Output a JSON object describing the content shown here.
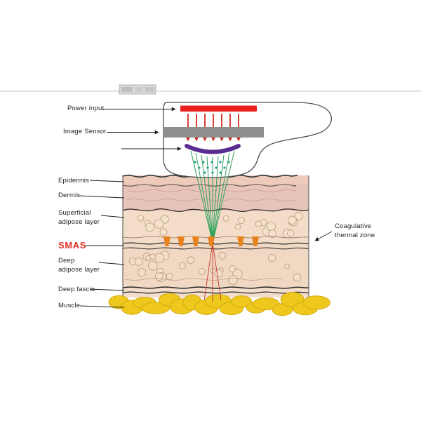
{
  "labels": {
    "power_input": "Power input",
    "image_sensor": "Image Sensor",
    "epidermis": "Epidermis",
    "dermis": "Dermis",
    "superficial_adipose": "Superficial\nadipose layer",
    "smas": "SMAS",
    "deep_adipose": "Deep\nadipose layer",
    "deep_fascia": "Deep fascia",
    "muscle": "Muscle",
    "coagulative_zone": "Coagulative\nthermal zone"
  },
  "colors": {
    "power_bar": "#e8201d",
    "beam_arrows": "#d42a20",
    "image_sensor_bar": "#8f8f8f",
    "transducer_lens": "#5a2e91",
    "ultrasound_beam": "#2fa05c",
    "beam_dots": "#2a9d8f",
    "focus_lines": "#c4372b",
    "coagulation_marks": "#e8821e",
    "smas_label": "#e03127",
    "muscle_fat": "#eec81d"
  }
}
